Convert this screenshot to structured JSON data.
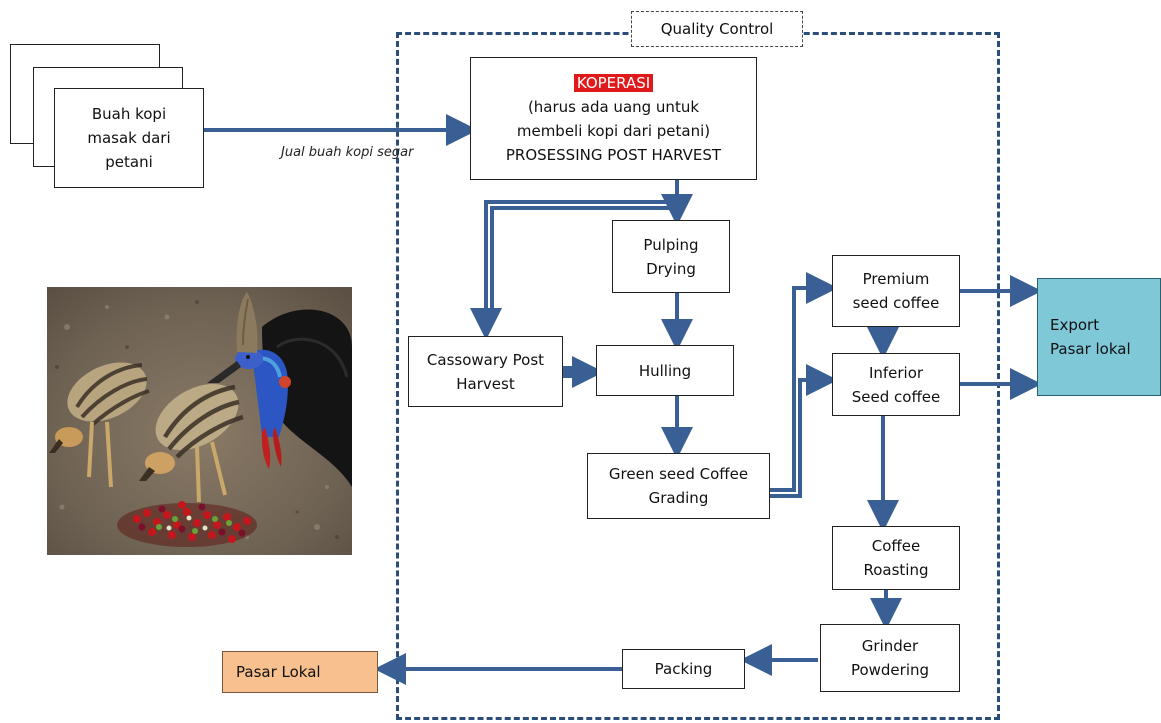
{
  "quality_control": {
    "label": "Quality Control"
  },
  "farmer": {
    "lines": [
      "Buah kopi",
      "masak dari",
      "petani"
    ]
  },
  "edge_sell": {
    "label": "Jual buah kopi segar"
  },
  "koperasi": {
    "highlight": "KOPERASI",
    "lines": [
      "(harus ada uang untuk",
      "membeli kopi dari petani)",
      "PROSESSING POST HARVEST"
    ],
    "highlight_color": "#e01a1a"
  },
  "pulping": {
    "lines": [
      "Pulping",
      "Drying"
    ]
  },
  "cassowary": {
    "lines": [
      "Cassowary Post",
      "Harvest"
    ]
  },
  "hulling": {
    "label": "Hulling"
  },
  "green_seed": {
    "lines": [
      "Green seed Coffee",
      "Grading"
    ]
  },
  "premium": {
    "lines": [
      "Premium",
      "seed coffee"
    ]
  },
  "inferior": {
    "lines": [
      "Inferior",
      "Seed coffee"
    ]
  },
  "export": {
    "lines": [
      "Export",
      "Pasar lokal"
    ],
    "color": "#7ec8d8"
  },
  "roasting": {
    "lines": [
      "Coffee",
      "Roasting"
    ]
  },
  "grinder": {
    "lines": [
      "Grinder",
      "Powdering"
    ]
  },
  "packing": {
    "label": "Packing"
  },
  "pasar_lokal": {
    "label": "Pasar Lokal",
    "color": "#f8c08e"
  },
  "arrow_color": "#3a5f95",
  "photo": {
    "subject": "cassowary-and-chicks-eating-coffee-cherries"
  }
}
